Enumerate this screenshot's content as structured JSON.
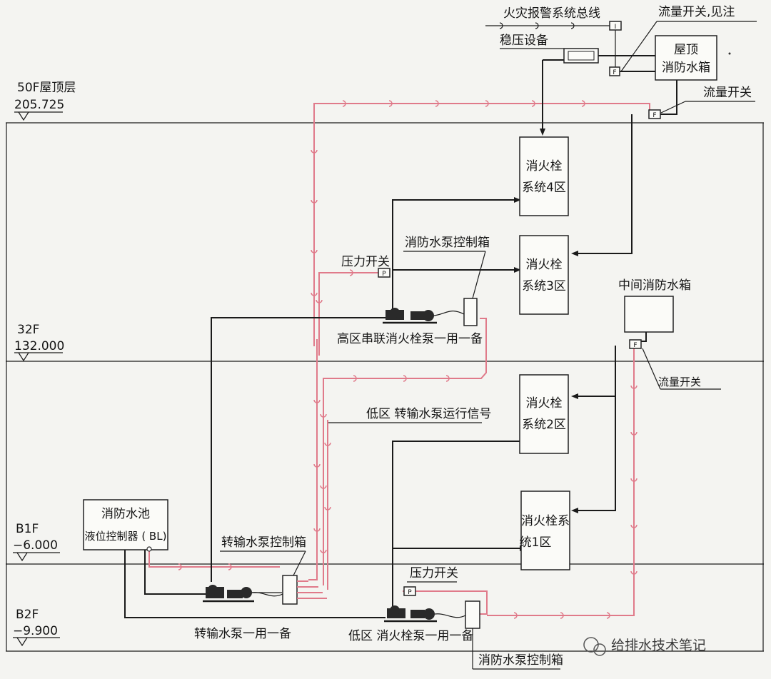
{
  "levels": [
    {
      "name": "50F屋顶层",
      "elev": "205.725"
    },
    {
      "name": "32F",
      "elev": "132.000"
    },
    {
      "name": "B1F",
      "elev": "−6.000"
    },
    {
      "name": "B2F",
      "elev": "−9.900"
    }
  ],
  "labels": {
    "fire_alarm_bus": "火灾报警系统总线",
    "flow_switch_note": "流量开关,见注",
    "pressure_stabilizer": "稳压设备",
    "roof_tank_line1": "屋顶",
    "roof_tank_line2": "消防水箱",
    "flow_switch_top": "流量开关",
    "zone4_line1": "消火栓",
    "zone4_line2": "系统4区",
    "pump_ctrl_box_high": "消防水泵控制箱",
    "pressure_switch_high": "压力开关",
    "zone3_line1": "消火栓",
    "zone3_line2": "系统3区",
    "mid_tank": "中间消防水箱",
    "high_pump": "高区串联消火栓泵一用一备",
    "flow_switch_mid": "流量开关",
    "transfer_signal": "低区 转输水泵运行信号",
    "zone2_line1": "消火栓",
    "zone2_line2": "系统2区",
    "pool_line1": "消防水池",
    "pool_line2": "液位控制器 ( BL)",
    "zone1_line1": "消火栓系",
    "zone1_line2": "统1区",
    "transfer_ctrl_box": "转输水泵控制箱",
    "pressure_switch_low": "压力开关",
    "transfer_pump": "转输水泵一用一备",
    "low_pump": "低区 消火栓泵一用一备",
    "pump_ctrl_box_low": "消防水泵控制箱",
    "watermark": "给排水技术笔记"
  },
  "symbols": {
    "flow": "F",
    "pressure": "P",
    "interface": "I"
  },
  "colors": {
    "signal_line": "#e07a8a",
    "pipe_line": "#1a1a1a"
  }
}
